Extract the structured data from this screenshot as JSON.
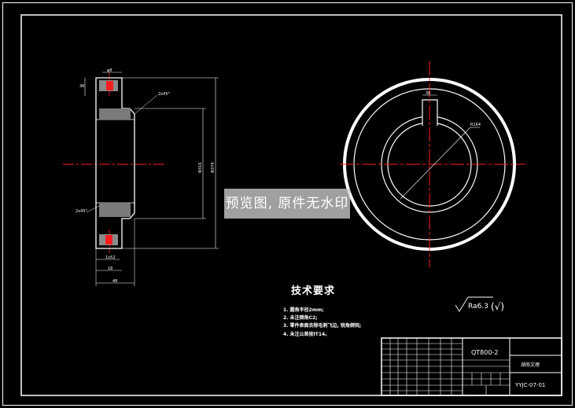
{
  "dimensions": {
    "top_width": "φ8",
    "left_small": "36",
    "chamfer_top": "2x45°",
    "chamfer_bottom": "2x45°",
    "bore_height": "Φ316",
    "outer_height": "Φ374",
    "bottom_small": "1x52",
    "bottom_mid": "18",
    "overall_width": "48",
    "keyway_width": "30",
    "right_radius": "R164"
  },
  "tech": {
    "title": "技术要求",
    "items": [
      "1. 圆角半径2mm;",
      "2. 未注倒角C2;",
      "3. 零件表面去除毛刺飞边, 锐角倒钝;",
      "4. 未注公差按IT14。"
    ]
  },
  "roughness": {
    "label": "Ra6.3",
    "suffix": "(√)"
  },
  "title_block": {
    "material": "QT800-2",
    "company": "湖南文理",
    "drawing_no": "YYJC-07-01"
  },
  "watermark": "预览图, 原件无水印"
}
